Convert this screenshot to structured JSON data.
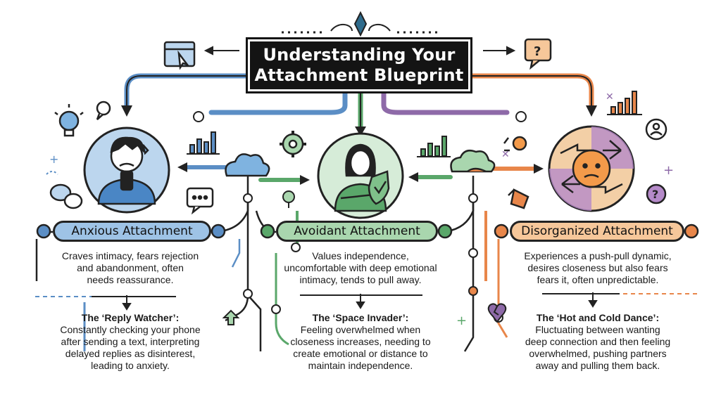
{
  "title": {
    "line1": "Understanding Your",
    "line2": "Attachment Blueprint"
  },
  "styles": [
    {
      "id": "anxious",
      "name": "Anxious Attachment",
      "color": "#9ec3e6",
      "description": [
        "Craves intimacy, fears rejection",
        "and abandonment, often",
        "needs reassurance."
      ],
      "example_title": "The ‘Reply Watcher’:",
      "example_text": [
        "Constantly checking your phone",
        "after sending a text, interpreting",
        "delayed replies as disinterest,",
        "leading to anxiety."
      ]
    },
    {
      "id": "avoidant",
      "name": "Avoidant Attachment",
      "color": "#a9d6ae",
      "description": [
        "Values independence,",
        "uncomfortable with deep emotional",
        "intimacy, tends to pull away."
      ],
      "example_title": "The ‘Space Invader’:",
      "example_text": [
        "Feeling overwhelmed when",
        "closeness increases, needing to",
        "create emotional or distance to",
        "maintain independence."
      ]
    },
    {
      "id": "disorganized",
      "name": "Disorganized Attachment",
      "color": "#f6c79a",
      "description": [
        "Experiences a push-pull dynamic,",
        "desires closeness but also fears",
        "fears it, often unpredictable."
      ],
      "example_title": "The ‘Hot and Cold Dance’:",
      "example_text": [
        "Fluctuating between wanting",
        "deep connection and then feeling",
        "overwhelmed, pushing partners",
        "away and pulling them back."
      ]
    }
  ],
  "colors": {
    "anxious_line": "#5b8ec5",
    "avoidant_line": "#5aa76a",
    "disorganized_line": "#e8864a",
    "purple": "#8e6aa8",
    "ink": "#222222"
  },
  "icons": [
    "lightbulb-icon",
    "browser-click-icon",
    "question-bubble-icon",
    "speech-bubbles-icon",
    "chat-dots-icon",
    "gear-icon",
    "bar-chart-icon",
    "cloud-icon",
    "user-circle-icon",
    "broken-heart-icon",
    "rocket-icon",
    "location-pin-icon"
  ]
}
